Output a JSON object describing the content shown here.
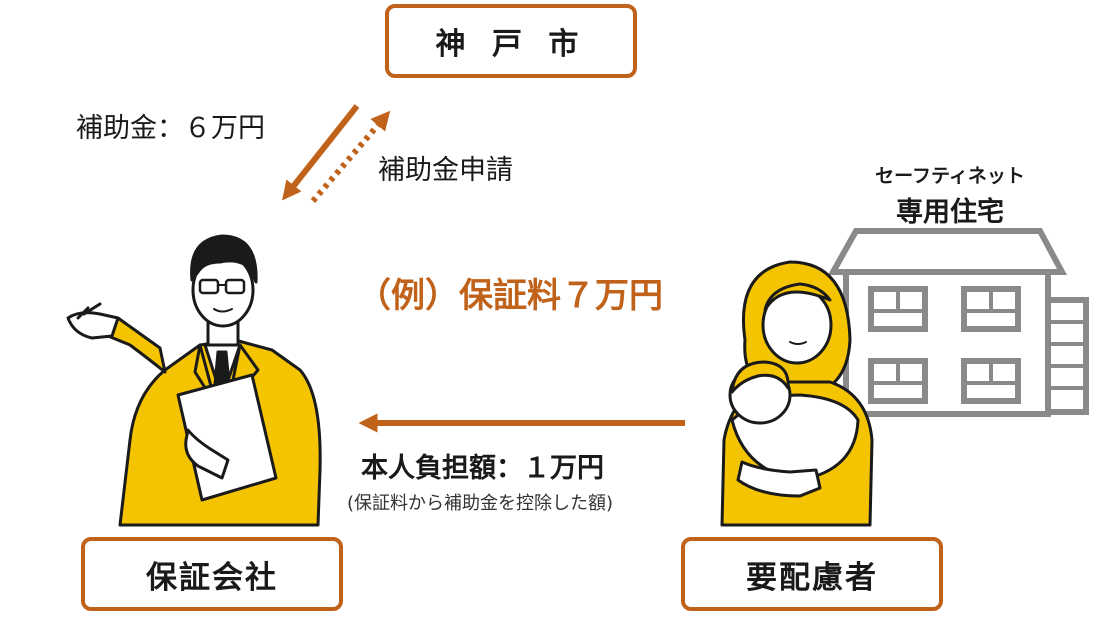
{
  "nodes": {
    "city": "神 戸 市",
    "guarantor": "保証会社",
    "needs_person": "要配慮者"
  },
  "flows": {
    "subsidy_amount": "補助金：６万円",
    "subsidy_application": "補助金申請",
    "example_fee": "（例）保証料７万円",
    "self_burden": "本人負担額：１万円",
    "self_burden_note": "(保証料から補助金を控除した額)"
  },
  "house": {
    "subtitle": "セーフティネット",
    "title": "専用住宅"
  },
  "colors": {
    "accent": "#c0621a",
    "jacket": "#f5c400",
    "house_gray": "#8a8a8a",
    "text": "#1a1a1a"
  }
}
